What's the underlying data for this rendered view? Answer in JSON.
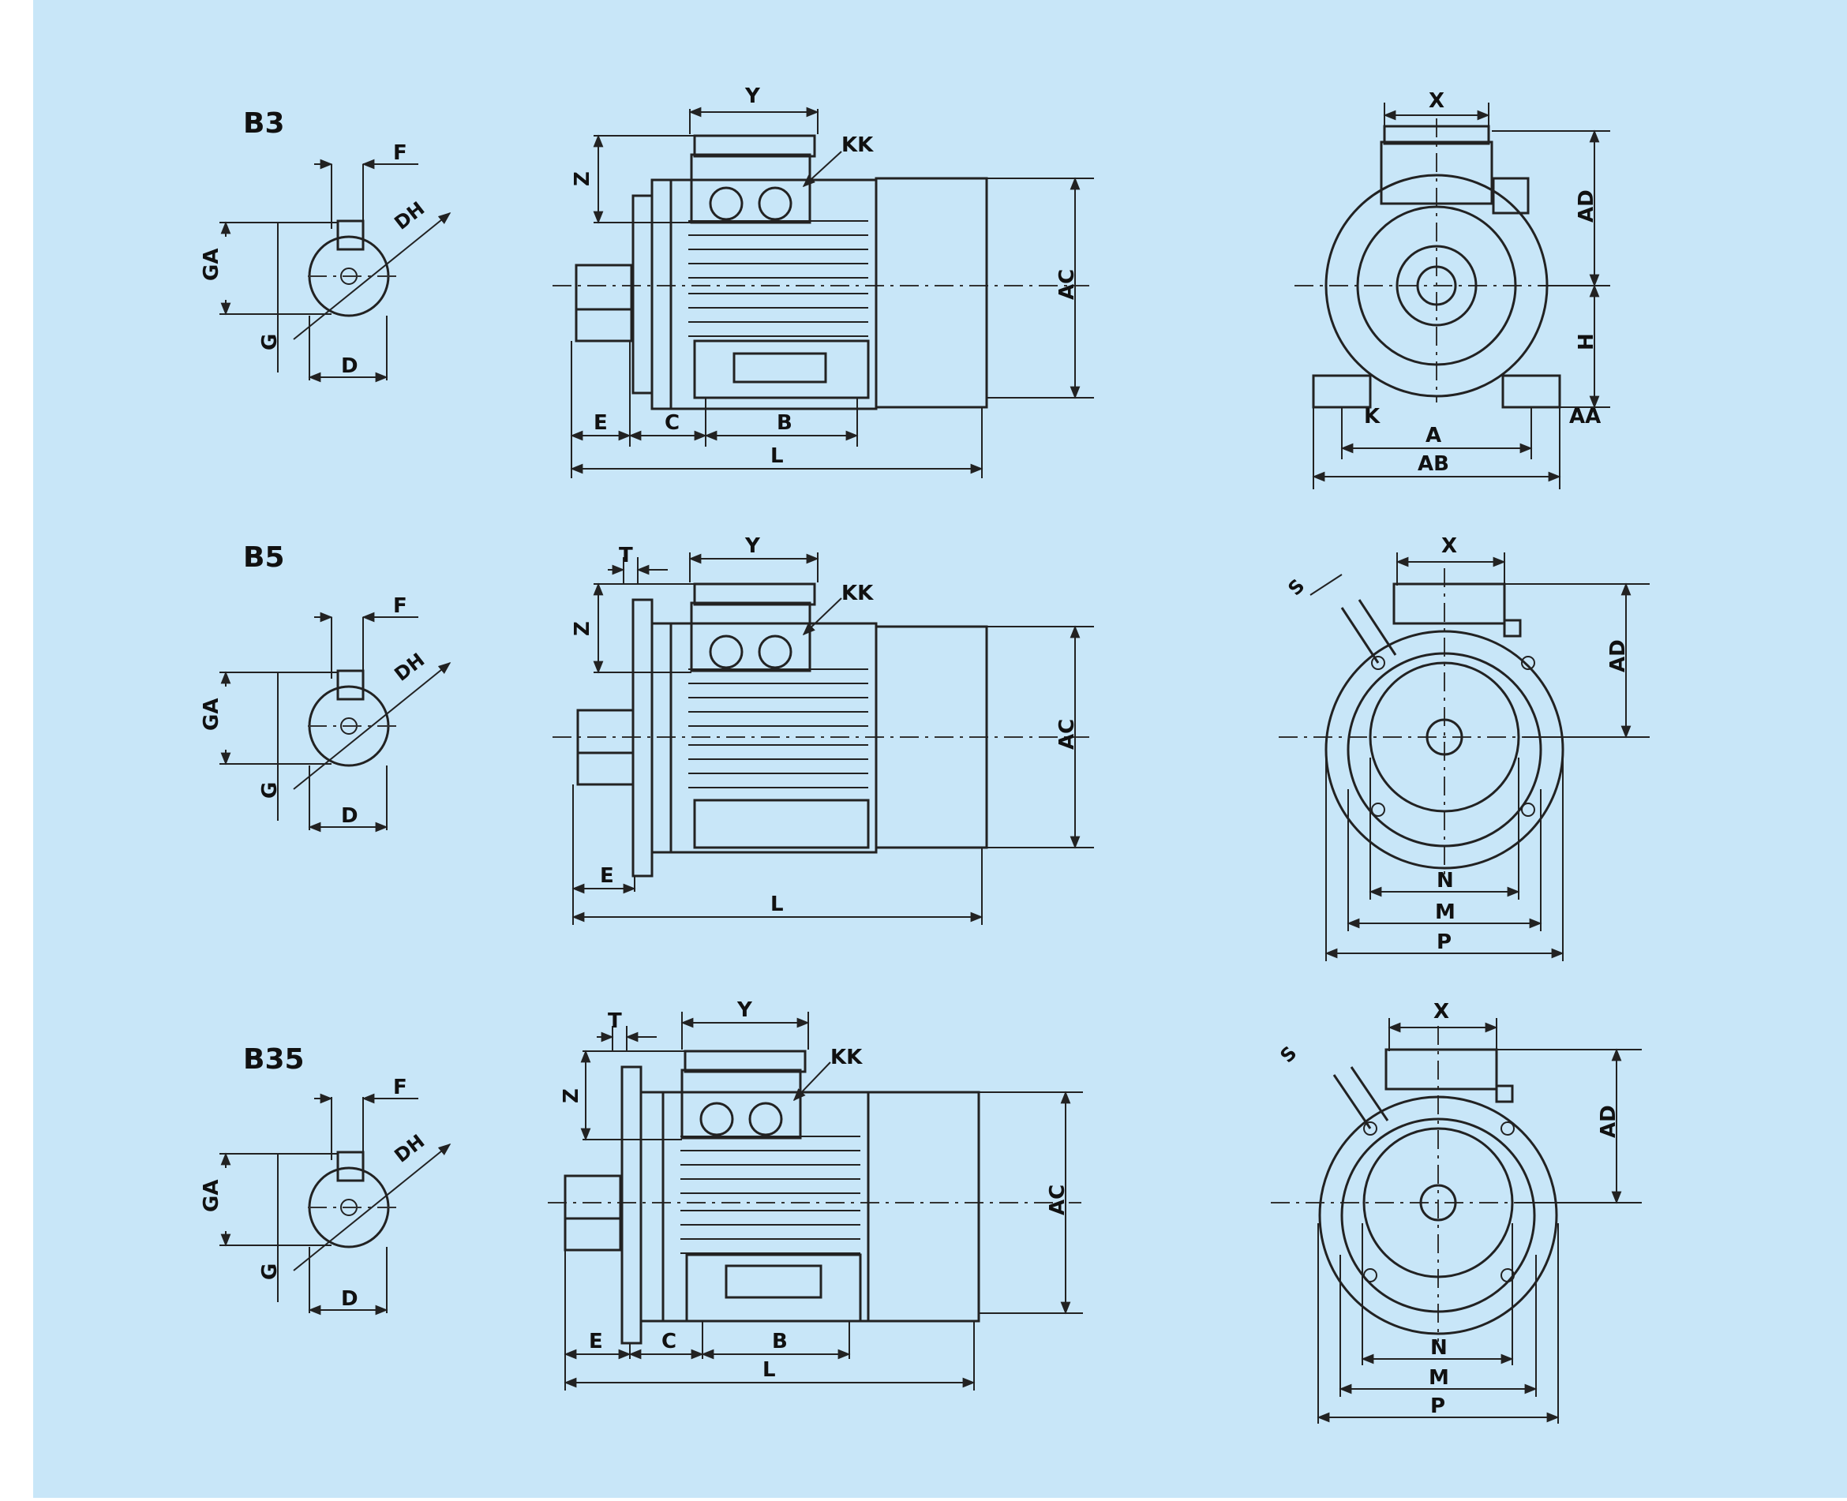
{
  "colors": {
    "background": "#c8e6f8",
    "ink": "#1c1c1c",
    "page": "#ffffff"
  },
  "rows": [
    {
      "title": "B3",
      "shaft": {
        "F": "F",
        "DH": "DH",
        "GA": "GA",
        "G": "G",
        "D": "D"
      },
      "side": {
        "Y": "Y",
        "KK": "KK",
        "Z": "Z",
        "AC": "AC",
        "E": "E",
        "C": "C",
        "B": "B",
        "L": "L"
      },
      "front": {
        "X": "X",
        "AD": "AD",
        "H": "H",
        "K": "K",
        "A": "A",
        "AA": "AA",
        "AB": "AB"
      }
    },
    {
      "title": "B5",
      "shaft": {
        "F": "F",
        "DH": "DH",
        "GA": "GA",
        "G": "G",
        "D": "D"
      },
      "side": {
        "T": "T",
        "Y": "Y",
        "KK": "KK",
        "Z": "Z",
        "AC": "AC",
        "E": "E",
        "L": "L"
      },
      "front": {
        "X": "X",
        "S": "S",
        "AD": "AD",
        "N": "N",
        "M": "M",
        "P": "P"
      }
    },
    {
      "title": "B35",
      "shaft": {
        "F": "F",
        "DH": "DH",
        "GA": "GA",
        "G": "G",
        "D": "D"
      },
      "side": {
        "T": "T",
        "Y": "Y",
        "KK": "KK",
        "Z": "Z",
        "AC": "AC",
        "E": "E",
        "C": "C",
        "B": "B",
        "L": "L"
      },
      "front": {
        "X": "X",
        "S": "S",
        "AD": "AD",
        "N": "N",
        "M": "M",
        "P": "P"
      }
    }
  ]
}
